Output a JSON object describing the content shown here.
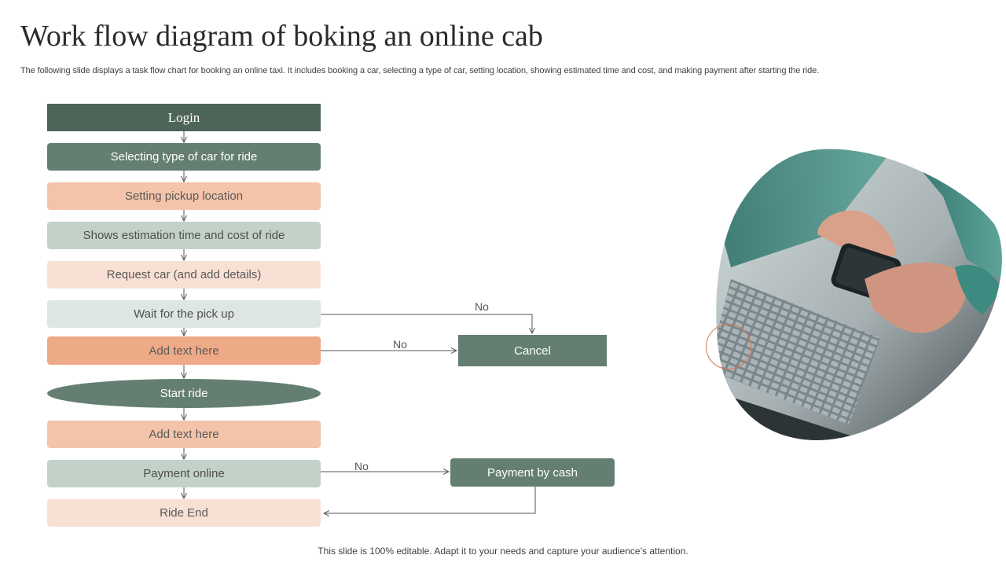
{
  "slide": {
    "title": "Work flow diagram of boking an online cab",
    "subtitle": "The following slide displays a task flow chart for booking an online taxi. It includes booking a car, selecting a type of car, setting location, showing estimated time and cost, and making payment after starting the ride.",
    "footer": "This slide is 100% editable. Adapt it to your needs and capture your audience’s attention."
  },
  "flow": {
    "steps": [
      {
        "label": "Login"
      },
      {
        "label": "Selecting type of car for ride"
      },
      {
        "label": "Setting pickup location"
      },
      {
        "label": "Shows estimation time and cost of ride"
      },
      {
        "label": "Request car (and add details)"
      },
      {
        "label": "Wait for the pick up"
      },
      {
        "label": "Add text here"
      },
      {
        "label": "Start ride"
      },
      {
        "label": "Add text here"
      },
      {
        "label": "Payment online"
      },
      {
        "label": "Ride End"
      }
    ],
    "side": {
      "cancel": "Cancel",
      "payment_cash": "Payment by cash"
    },
    "edge_labels": {
      "wait_to_cancel": "No",
      "add_to_cancel": "No",
      "online_to_cash": "No"
    }
  },
  "colors": {
    "dark_green": "#4c6558",
    "green": "#647f71",
    "peach": "#f3c4a9",
    "sage": "#c3d2c9",
    "blush": "#f8e0d4",
    "salmon": "#eeaa86",
    "accent_ring": "#d4784a"
  },
  "image": {
    "subject": "hands holding a smartphone above a laptop keyboard"
  }
}
